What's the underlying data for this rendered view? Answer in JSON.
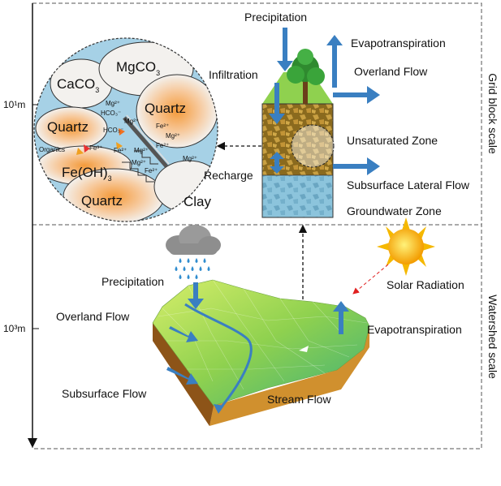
{
  "scale_axis": {
    "top_tick": "10¹m",
    "bottom_tick": "10³m"
  },
  "panels": {
    "top_label": "Grid block scale",
    "bottom_label": "Watershed scale"
  },
  "grid_block": {
    "precipitation": "Precipitation",
    "evapotranspiration": "Evapotranspiration",
    "infiltration": "Infiltration",
    "overland_flow": "Overland Flow",
    "unsaturated_zone": "Unsaturated Zone",
    "recharge": "Recharge",
    "subsurface_lateral_flow": "Subsurface Lateral Flow",
    "groundwater_zone": "Groundwater Zone"
  },
  "pore_zoom": {
    "minerals": [
      "CaCO",
      "MgCO",
      "Quartz",
      "Quartz",
      "Fe(OH)",
      "Quartz",
      "Clay"
    ],
    "mineral_subscripts": [
      "3",
      "3",
      "",
      "",
      "3",
      "",
      ""
    ],
    "organics": "Organics",
    "ions": [
      "Mg²⁺",
      "HCO₃⁻",
      "HCO₃⁻",
      "Fe³⁺",
      "Mg²⁺",
      "Fe²⁺",
      "Mg²⁺",
      "Fe²⁺",
      "Fe²⁺",
      "Mg²⁺",
      "Mg²⁺",
      "Fe²⁺",
      "Mg²⁺"
    ]
  },
  "watershed": {
    "precipitation": "Precipitation",
    "overland_flow": "Overland Flow",
    "subsurface_flow": "Subsurface Flow",
    "stream_flow": "Stream Flow",
    "solar_radiation": "Solar Radiation",
    "evapotranspiration": "Evapotranspiration"
  },
  "colors": {
    "arrow_blue": "#3a7fc1",
    "water": "#a6d1e6",
    "soil": "#b07a2a",
    "grass": "#8fd14f",
    "sun": "#f5b800"
  }
}
